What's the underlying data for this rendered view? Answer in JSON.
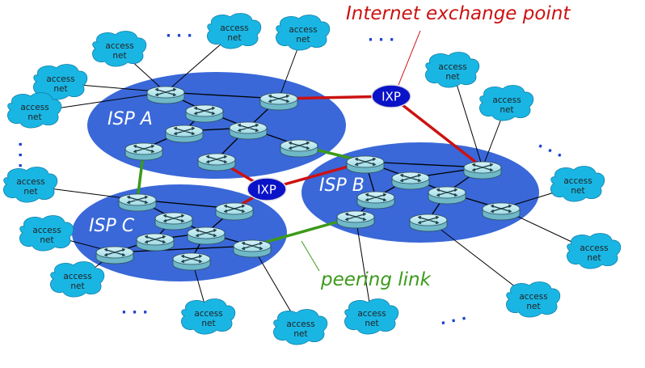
{
  "colors": {
    "isp_fill": "#3a68d8",
    "cloud_fill": "#19b6e4",
    "ixp_fill": "#0b13c8",
    "router_fill": "#9fdce6",
    "peering_link": "#3c9a1a",
    "ixp_link": "#cc1111",
    "access_link": "#000000",
    "annotation_red": "#cc1111",
    "annotation_green": "#3c9a1a"
  },
  "isps": [
    {
      "id": "A",
      "label": "ISP A"
    },
    {
      "id": "B",
      "label": "ISP B"
    },
    {
      "id": "C",
      "label": "ISP C"
    }
  ],
  "ixps": [
    {
      "id": "ixp1",
      "label": "IXP"
    },
    {
      "id": "ixp2",
      "label": "IXP"
    }
  ],
  "access_net_label": [
    "access",
    "net"
  ],
  "annotations": {
    "exchange_point": "Internet exchange point",
    "peering_link": "peering link"
  },
  "ellipsis": "· · ·",
  "icon_names": {
    "router": "router-icon",
    "cloud": "access-net-cloud-icon"
  }
}
